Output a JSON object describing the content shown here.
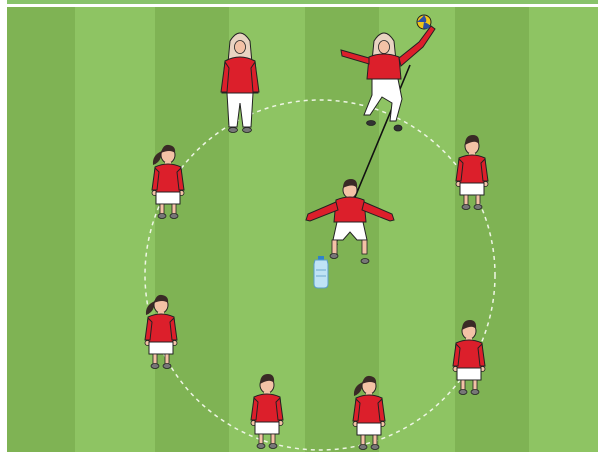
{
  "colors": {
    "border": "#ffffff",
    "top_strip": "#88c36b",
    "stripe_dark": "#7fb354",
    "stripe_light": "#8ec463",
    "circle": "#e9f4de",
    "jersey": "#dc1f2b",
    "jersey_dark": "#a9141f",
    "shorts": "#ffffff",
    "skin": "#f3c2a6",
    "hair": "#3a2a26",
    "hijab": "#e9d4c2",
    "outline": "#222222",
    "shoe": "#777777",
    "bottle_body": "#bfe3f5",
    "bottle_cap": "#2f82c9",
    "ball_blue": "#2d4fa3",
    "ball_yellow": "#f0c419"
  },
  "scene": {
    "field": "grass-pitch",
    "formation": "circle",
    "players_on_circle": 8,
    "center_player": "jumping-defender",
    "ball_holder": "top-right-hijab-player",
    "objects": [
      "water-bottle",
      "volleyball"
    ]
  }
}
